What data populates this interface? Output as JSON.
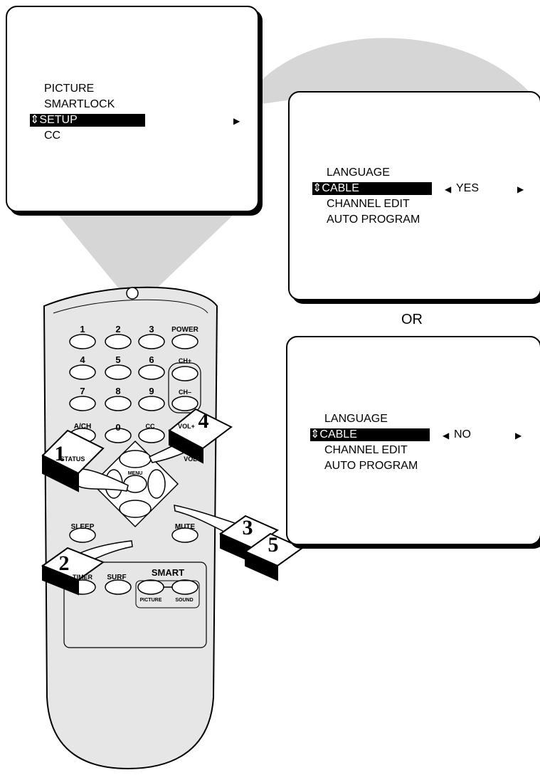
{
  "main_menu": {
    "items": [
      "PICTURE",
      "SMARTLOCK",
      "SETUP",
      "CC"
    ],
    "selected_marker": "⇕",
    "right_arrow": "▶"
  },
  "setup_yes": {
    "items": [
      "LANGUAGE",
      "CABLE",
      "CHANNEL EDIT",
      "AUTO PROGRAM"
    ],
    "value": "YES",
    "left_arrow": "◀",
    "right_arrow": "▶"
  },
  "or_label": "OR",
  "setup_no": {
    "items": [
      "LANGUAGE",
      "CABLE",
      "CHANNEL EDIT",
      "AUTO PROGRAM"
    ],
    "value": "NO",
    "left_arrow": "◀",
    "right_arrow": "▶"
  },
  "remote": {
    "buttons": [
      "1",
      "2",
      "3",
      "POWER",
      "4",
      "5",
      "6",
      "CH+",
      "7",
      "8",
      "9",
      "CH–",
      "A/CH",
      "0",
      "CC",
      "VOL+",
      "STATUS",
      "VOL–",
      "MENU",
      "SLEEP",
      "MUTE",
      "TIMER",
      "SURF",
      "SMART",
      "PICTURE",
      "SOUND"
    ]
  },
  "steps": [
    "1",
    "2",
    "3",
    "4",
    "5"
  ]
}
